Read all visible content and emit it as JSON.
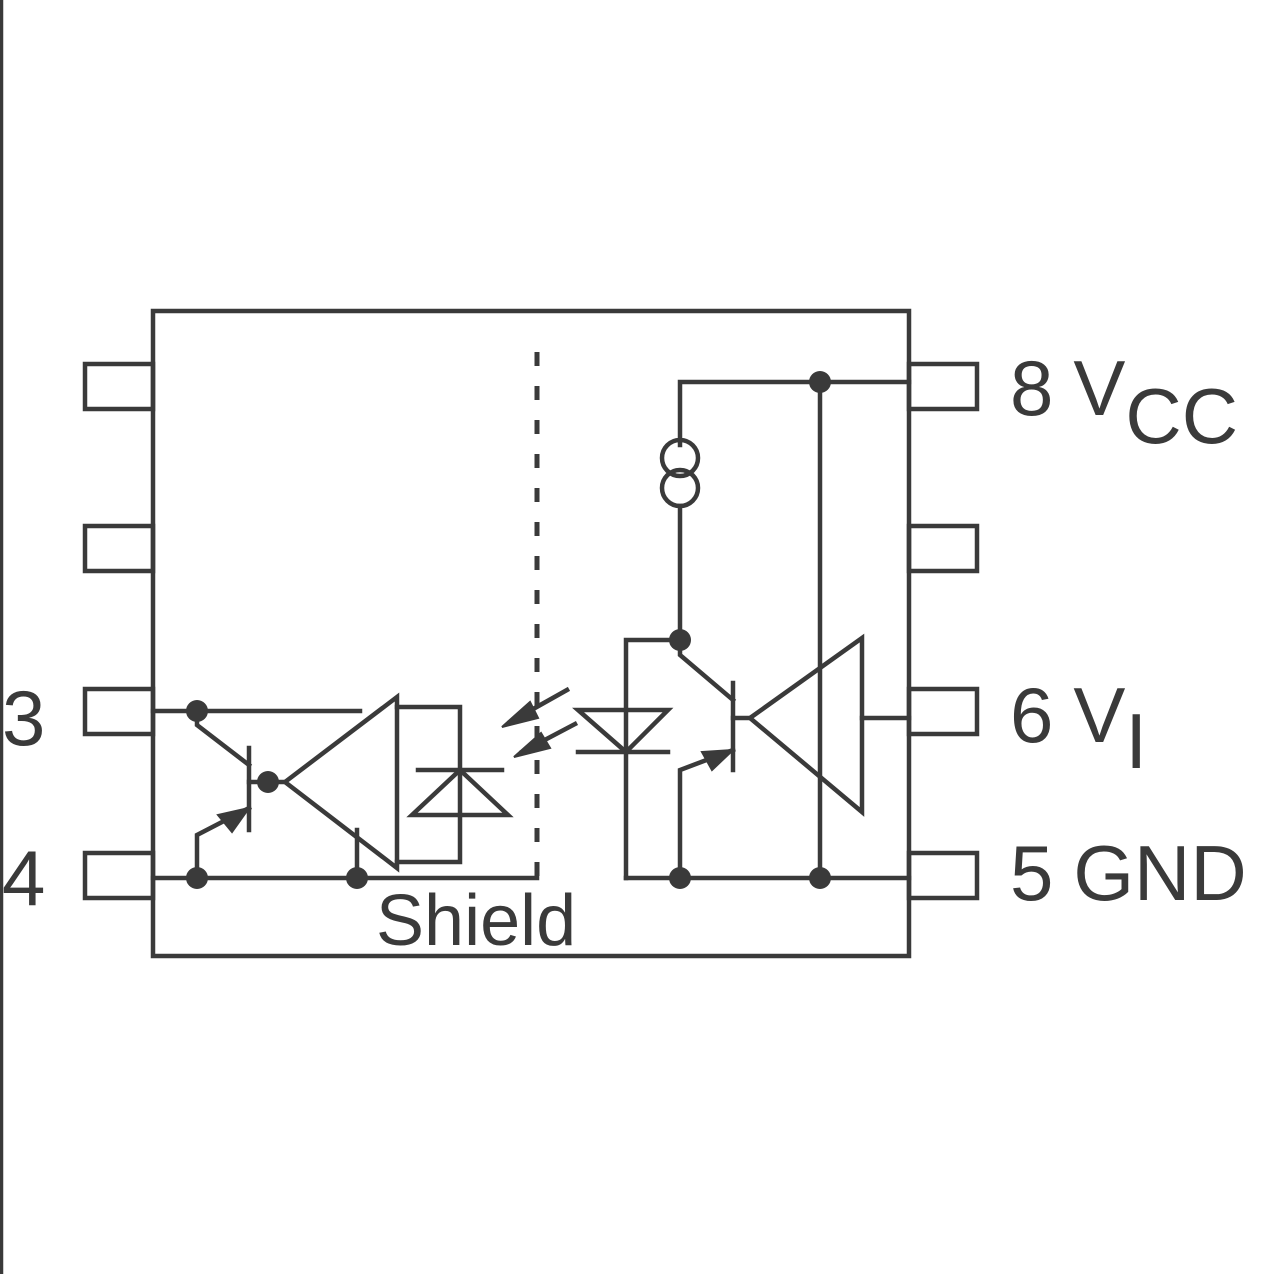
{
  "pins": {
    "p3": "3",
    "p4": "4",
    "p8": {
      "num": "8",
      "name": "V",
      "sub": "CC"
    },
    "p6": {
      "num": "6",
      "name": "V",
      "sub": "I"
    },
    "p5": {
      "num": "5",
      "name": "GND"
    }
  },
  "shield_label": "Shield",
  "colors": {
    "line": "#3a3a3a",
    "background": "#ffffff"
  }
}
